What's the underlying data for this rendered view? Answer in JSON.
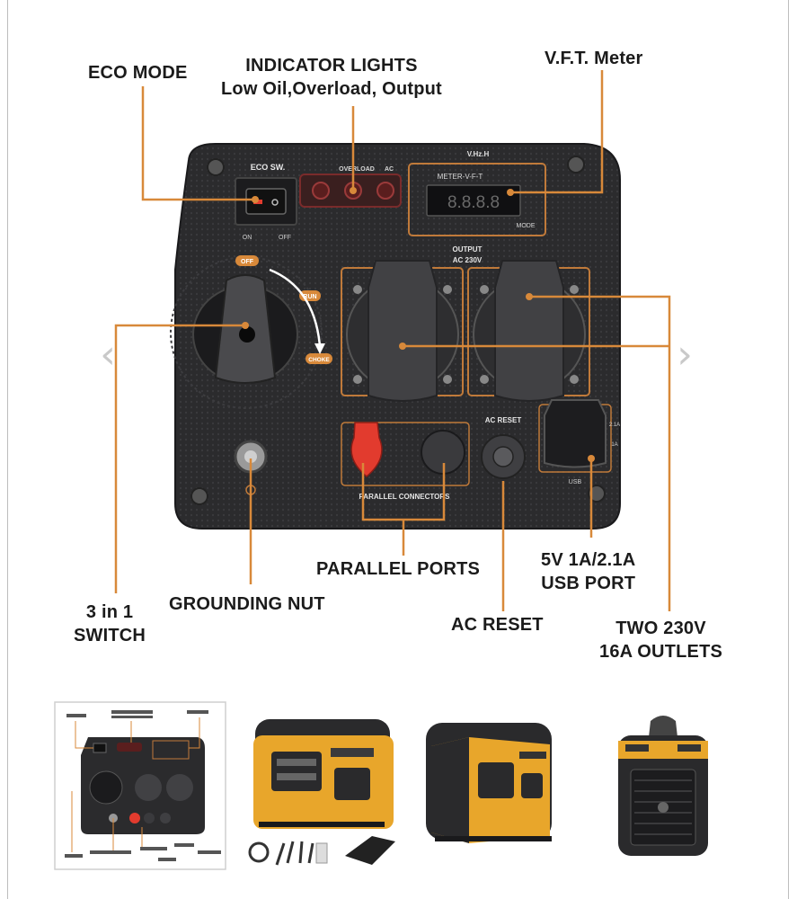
{
  "callouts": {
    "eco_mode": "ECO MODE",
    "indicator_lights_line1": "INDICATOR LIGHTS",
    "indicator_lights_line2": "Low Oil,Overload, Output",
    "vft_meter": "V.F.T. Meter",
    "switch_line1": "3 in 1",
    "switch_line2": "SWITCH",
    "grounding_nut": "GROUNDING NUT",
    "parallel_ports": "PARALLEL PORTS",
    "usb_line1": "5V 1A/2.1A",
    "usb_line2": "USB PORT",
    "ac_reset": "AC RESET",
    "outlets_line1": "TWO 230V",
    "outlets_line2": "16A OUTLETS"
  },
  "panel": {
    "eco_switch_label": "ECO SW.",
    "eco_on": "ON",
    "eco_off": "OFF",
    "overload_label": "OVERLOAD",
    "ac_label": "AC",
    "meter_header": "V.Hz.H",
    "meter_title": "METER-V-F-T",
    "meter_digits": "8.8.8.8",
    "meter_mode": "MODE",
    "output_line1": "OUTPUT",
    "output_line2": "AC 230V",
    "knob_off": "OFF",
    "knob_run": "RUN",
    "knob_choke": "CHOKE",
    "ac_reset_label": "AC RESET",
    "parallel_connectors": "PARALLEL CONNECTORS",
    "usb_21a": "2.1A",
    "usb_1a": "1A",
    "usb_label": "USB"
  },
  "colors": {
    "panel": "#2b2b2d",
    "accent": "#d8893a",
    "red_cap": "#e23b2e",
    "callout_text": "#1b1b1b"
  },
  "thumbnails": [
    {
      "name": "panel-diagram"
    },
    {
      "name": "generator-front-with-accessories"
    },
    {
      "name": "generator-angle-view"
    },
    {
      "name": "generator-side-view"
    }
  ]
}
